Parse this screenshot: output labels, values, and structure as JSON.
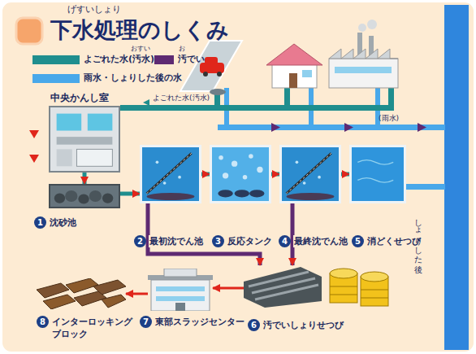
{
  "diagram": {
    "title": "下水処理のしくみ",
    "nodes": [
      {
        "text": [
          "中央かんし室"
        ]
      },
      {
        "text": [
          "1",
          "沈砂池"
        ]
      },
      {
        "text": [
          "2",
          "最初沈でん池"
        ]
      },
      {
        "text": [
          "3",
          "反応タンク"
        ]
      },
      {
        "text": [
          "4",
          "最終沈でん池"
        ]
      },
      {
        "text": [
          "5",
          "消どくせつび"
        ]
      },
      {
        "text": [
          "6",
          "汚でいしょりせつび"
        ]
      },
      {
        "text": [
          "7",
          "東部スラッジセンター"
        ]
      },
      {
        "text": [
          "8",
          "インターロッキング ブロック"
        ]
      }
    ],
    "edges": [
      {
        "from": 0,
        "to": 1,
        "arrow": "to"
      },
      {
        "from": 1,
        "to": 2,
        "arrow": "to"
      },
      {
        "from": 2,
        "to": 3,
        "arrow": "to"
      },
      {
        "from": 3,
        "to": 4,
        "arrow": "to"
      },
      {
        "from": 4,
        "to": 5,
        "arrow": "to"
      },
      {
        "from": 2,
        "to": 6,
        "arrow": "to"
      },
      {
        "from": 4,
        "to": 6,
        "arrow": "to"
      },
      {
        "from": 6,
        "to": 7,
        "arrow": "to"
      },
      {
        "from": 7,
        "to": 8,
        "arrow": "to"
      }
    ],
    "labels": [
      "げすいしょり",
      "おすい",
      "お",
      "よごれた水(汚水)",
      "(雨水)",
      "しょりした後"
    ],
    "legend": [
      {
        "text": "よごれた水(汚水)",
        "color": "#1f8e8e"
      },
      {
        "text": "汚でい",
        "color": "#5e2a72"
      },
      {
        "text": "雨水・しょりした後の水",
        "color": "#49a8ea"
      }
    ]
  }
}
